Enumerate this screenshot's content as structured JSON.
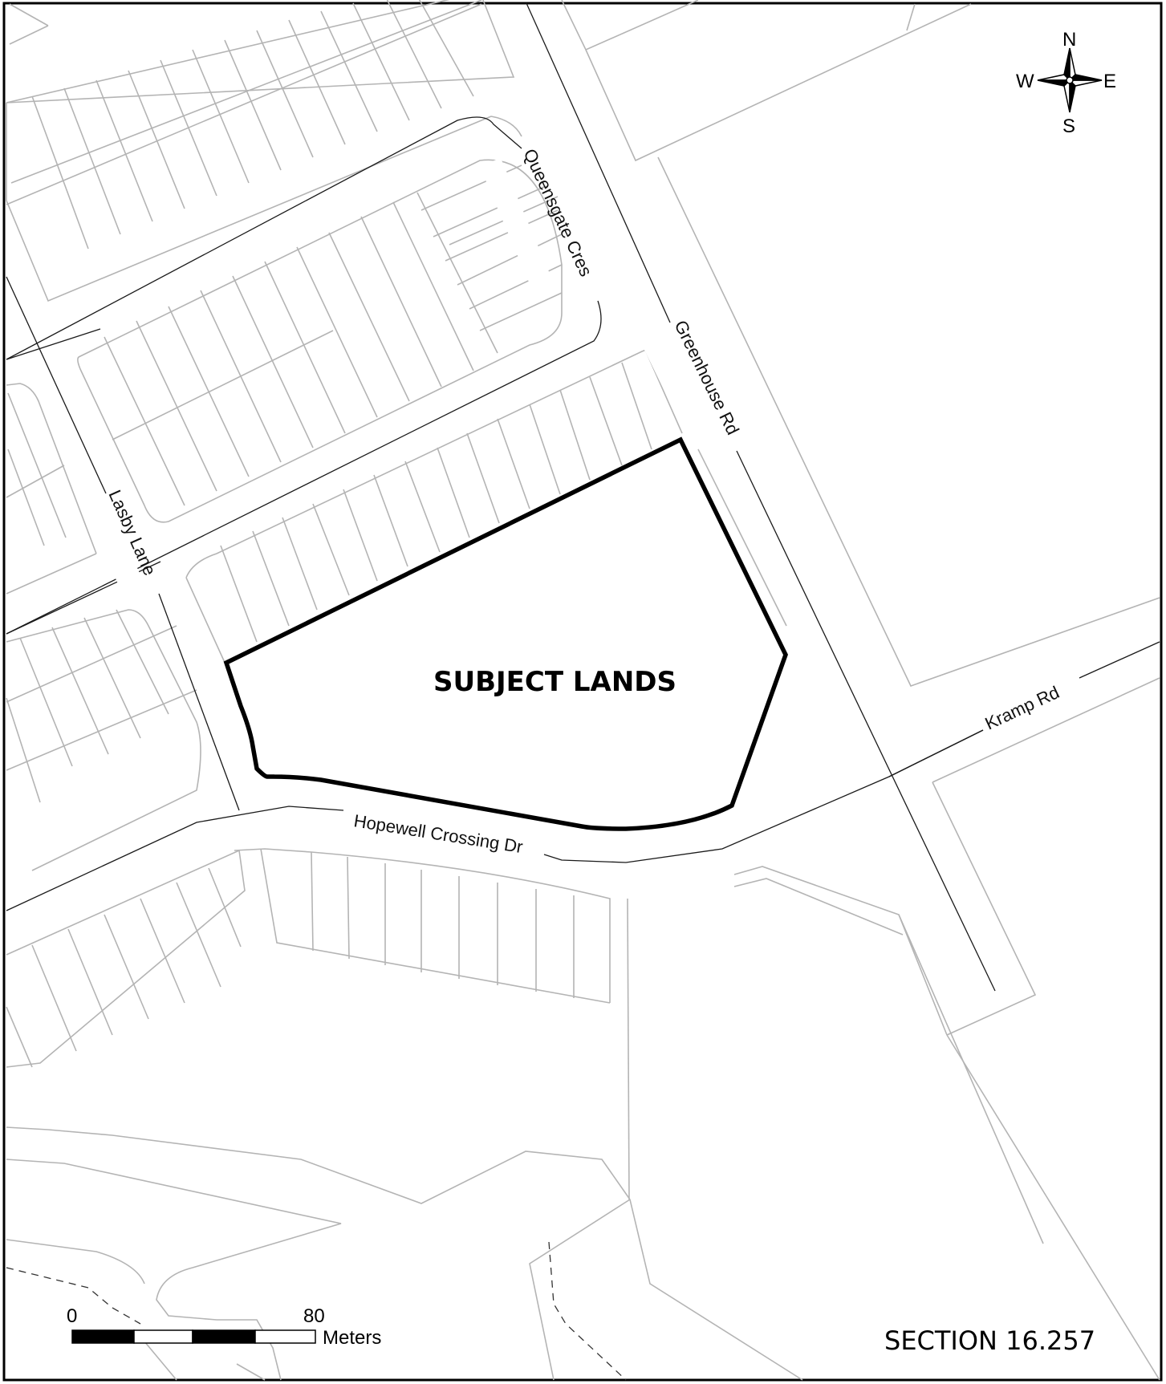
{
  "map": {
    "subject_label": "SUBJECT LANDS",
    "section_label": "SECTION 16.257",
    "streets": {
      "queensgate": "Queensgate Cres",
      "greenhouse": "Greenhouse Rd",
      "lasby": "Lasby Lane",
      "kramp": "Kramp Rd",
      "hopewell": "Hopewell Crossing Dr"
    },
    "compass": {
      "n": "N",
      "e": "E",
      "s": "S",
      "w": "W"
    },
    "scale": {
      "start": "0",
      "end": "80",
      "unit": "Meters"
    }
  }
}
